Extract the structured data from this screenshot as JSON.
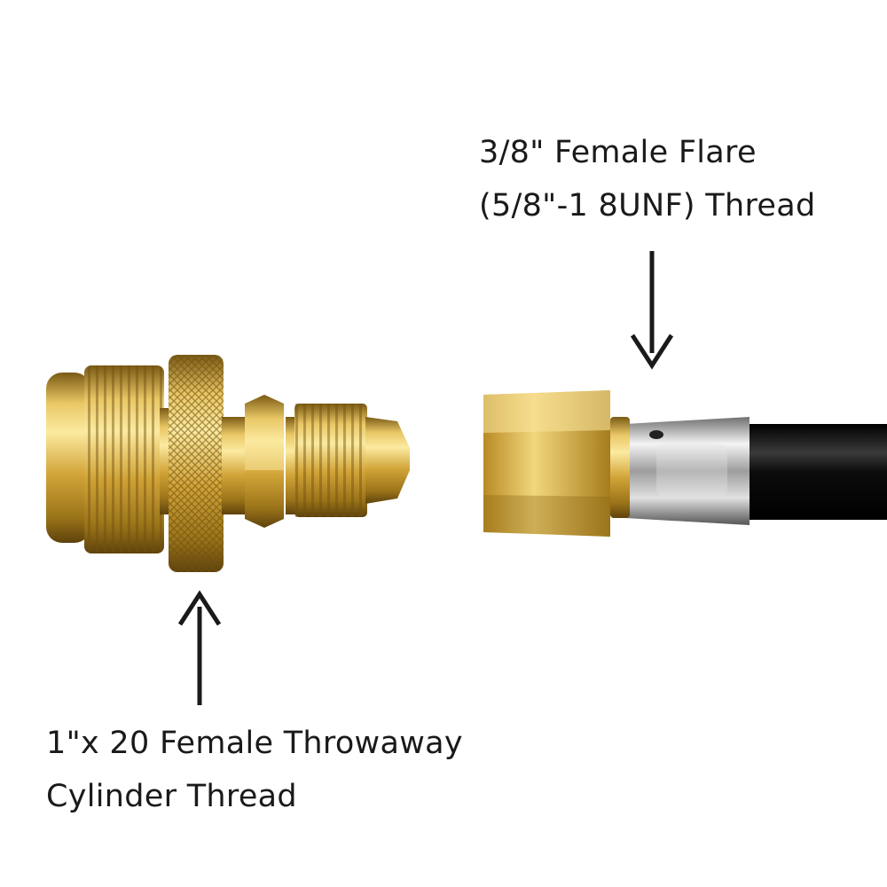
{
  "labels": {
    "flare_line1": "3/8\" Female Flare",
    "flare_line2": "(5/8\"-1 8UNF) Thread",
    "cylinder_line1": "1\"x 20 Female Throwaway",
    "cylinder_line2": "Cylinder Thread"
  },
  "colors": {
    "brass_light": "#f7e08c",
    "brass_mid": "#d4a73a",
    "brass_dark": "#6e4f10",
    "hose": "#111111",
    "ferrule": "#c8c8c8",
    "text": "#1a1a1a"
  }
}
